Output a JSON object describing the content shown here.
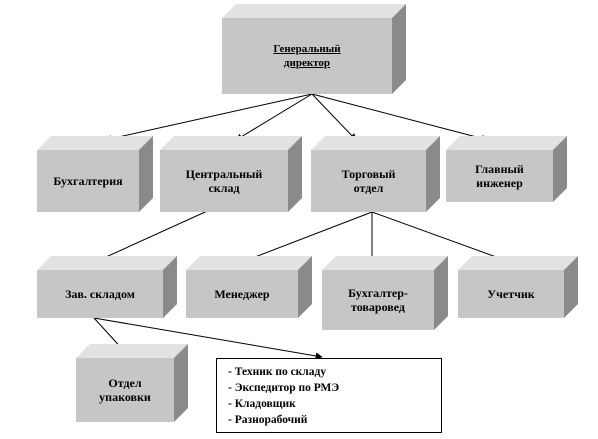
{
  "nodes": {
    "director": "Генеральный\nдиректор",
    "accounting": "Бухгалтерия",
    "central_warehouse": "Центральный\nсклад",
    "sales_department": "Торговый\nотдел",
    "chief_engineer": "Главный\nинженер",
    "warehouse_manager": "Зав. складом",
    "manager": "Менеджер",
    "accountant_merchandiser": "Бухгалтер-\nтоваровед",
    "bookkeeper": "Учетчик",
    "packing_department": "Отдел\nупаковки"
  },
  "staff_list": [
    "Техник по складу",
    "Экспедитор по РМЭ",
    "Кладовщик",
    "Разнорабочий"
  ],
  "colors": {
    "box_front": "#c6c6c6",
    "box_top": "#e2e2e2",
    "box_side": "#8a8a8a",
    "line": "#000000"
  }
}
